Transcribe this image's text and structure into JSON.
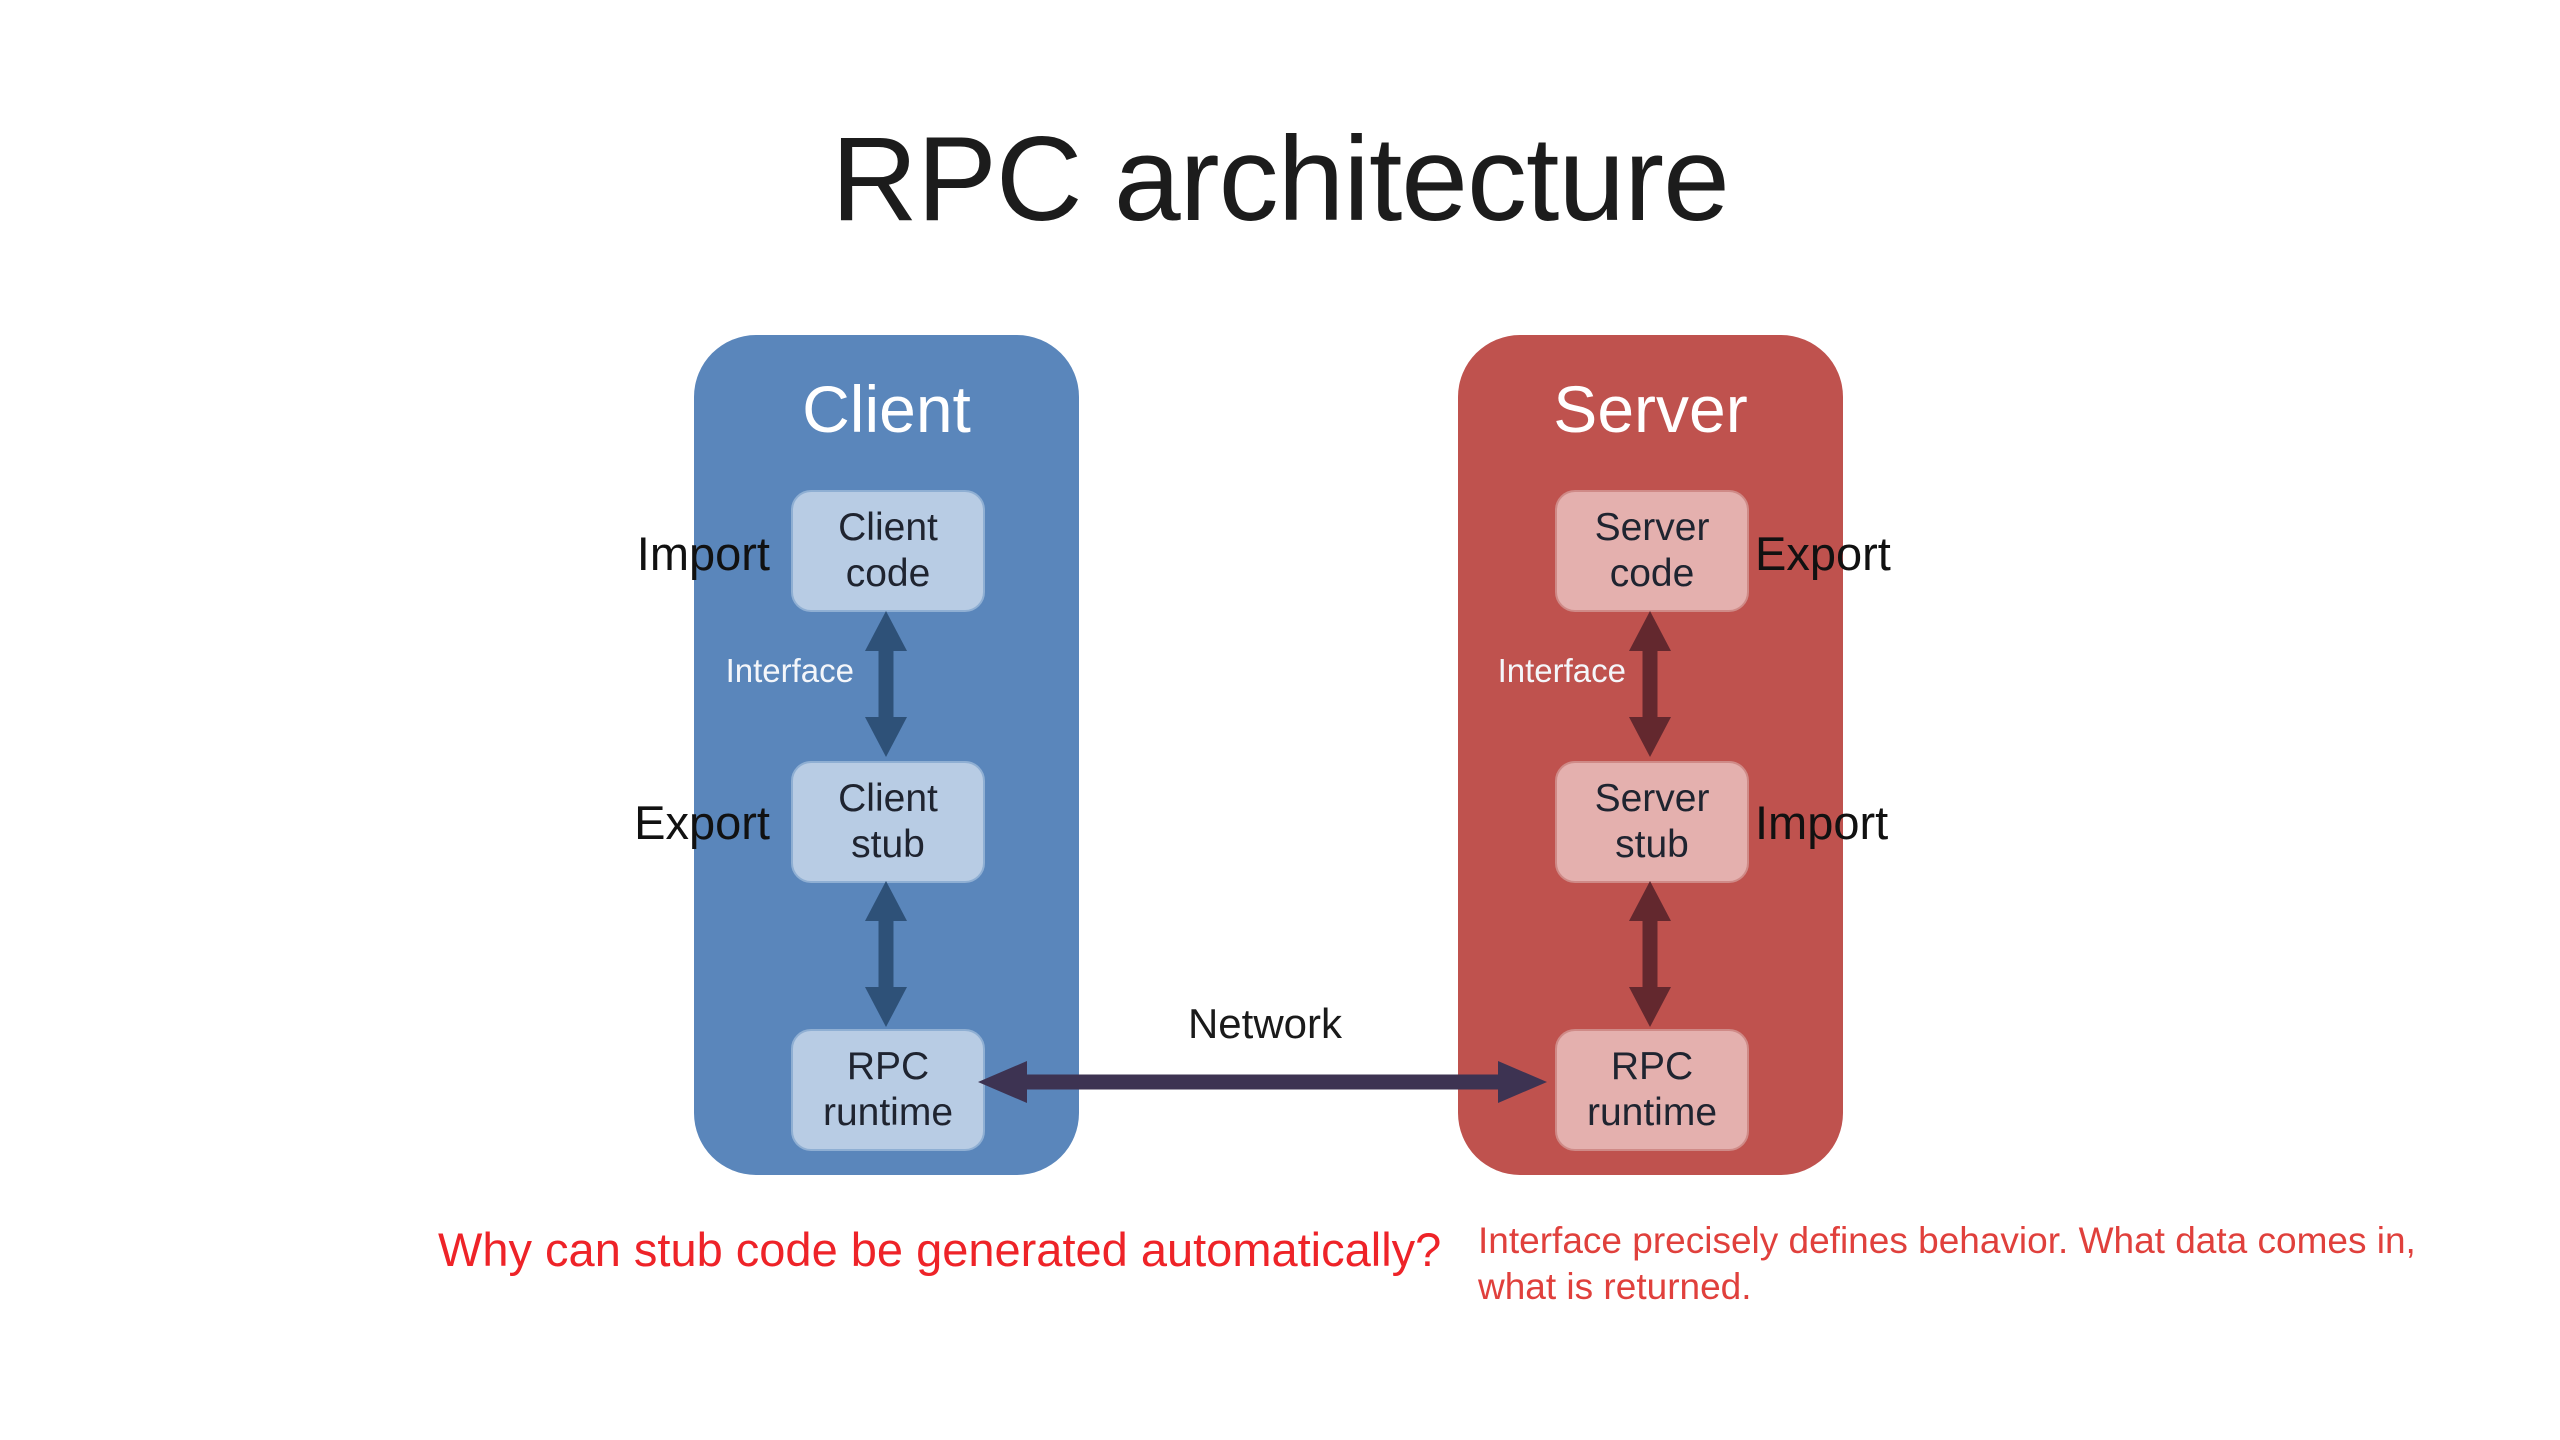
{
  "title": "RPC architecture",
  "client": {
    "title": "Client",
    "import_label": "Import",
    "export_label": "Export",
    "interface_label": "Interface",
    "boxes": [
      {
        "label": "Client\ncode"
      },
      {
        "label": "Client\nstub"
      },
      {
        "label": "RPC\nruntime"
      }
    ]
  },
  "server": {
    "title": "Server",
    "export_label": "Export",
    "import_label": "Import",
    "interface_label": "Interface",
    "boxes": [
      {
        "label": "Server\ncode"
      },
      {
        "label": "Server\nstub"
      },
      {
        "label": "RPC\nruntime"
      }
    ]
  },
  "network_label": "Network",
  "notes": {
    "question": "Why can stub code be generated automatically?",
    "answer": "Interface precisely defines behavior. What data comes in,\nwhat is returned."
  },
  "colors": {
    "client_panel": "#5a86bb",
    "client_box": "#b8cce4",
    "client_arrow": "#2e5178",
    "server_panel": "#bf524e",
    "server_box": "#e4b0ae",
    "server_arrow": "#63282e",
    "network_arrow": "#3d3352",
    "question_text": "#ee2328",
    "answer_text": "#e0403c"
  }
}
